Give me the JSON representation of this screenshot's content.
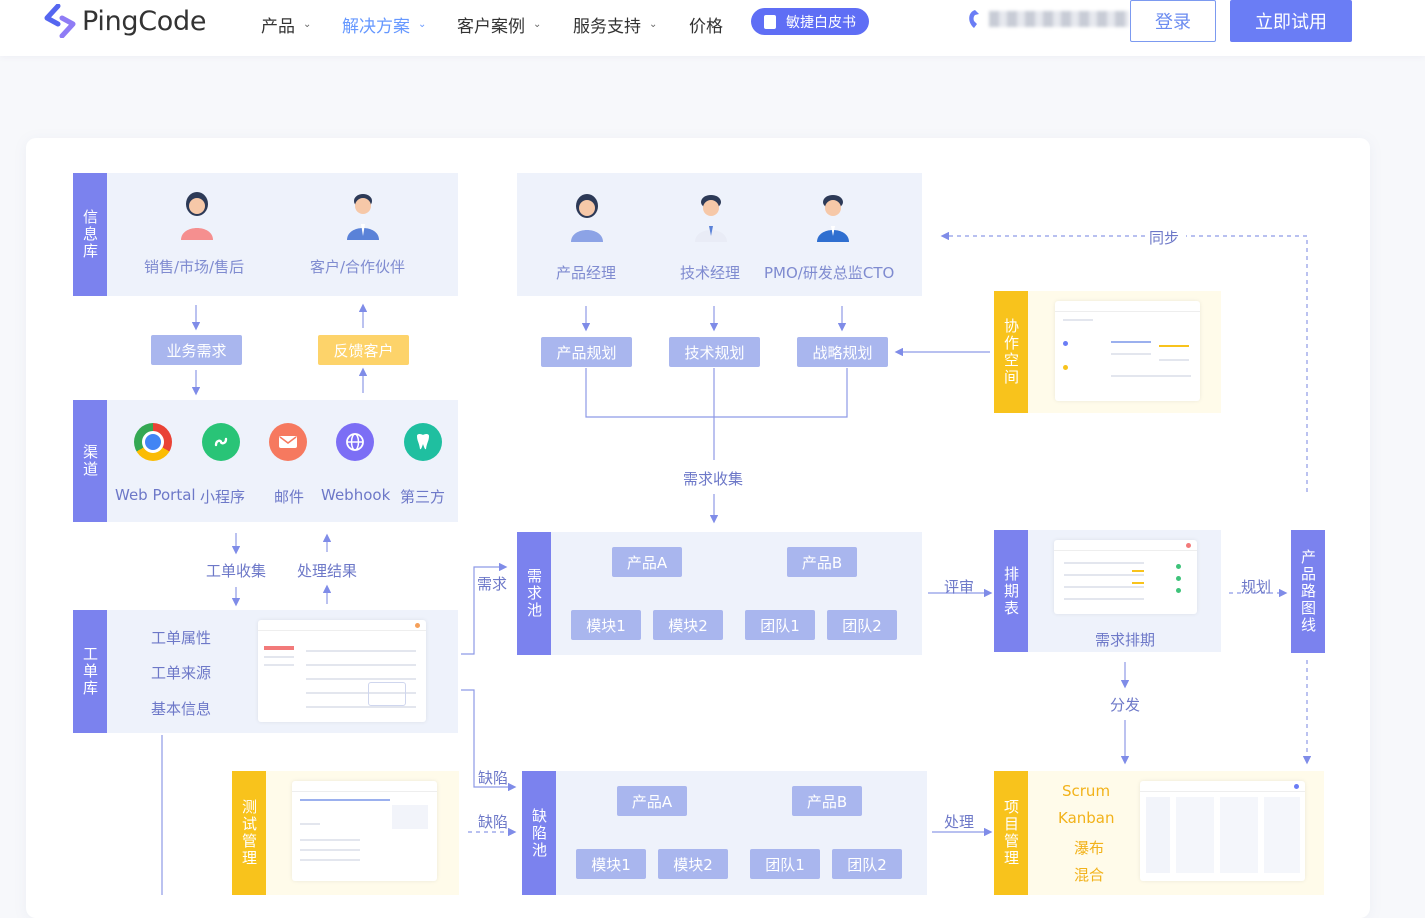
{
  "header": {
    "brand": "PingCode",
    "nav": [
      {
        "label": "产品",
        "has_dropdown": true,
        "active": false
      },
      {
        "label": "解决方案",
        "has_dropdown": true,
        "active": true
      },
      {
        "label": "客户案例",
        "has_dropdown": true,
        "active": false
      },
      {
        "label": "服务支持",
        "has_dropdown": true,
        "active": false
      },
      {
        "label": "价格",
        "has_dropdown": false,
        "active": false
      }
    ],
    "whitepaper_label": "敏捷白皮书",
    "login_label": "登录",
    "trial_label": "立即试用"
  },
  "colors": {
    "accent": "#6a7df5",
    "active_nav": "#6698ff",
    "tab_purple": "#7b82ee",
    "tab_yellow": "#f8c31c",
    "chip_blue": "#a9b6ee",
    "chip_orange": "#fdd36a",
    "panel_bg": "#eef2fb"
  },
  "diagram": {
    "info_lib": {
      "tab": "信息库",
      "roles": [
        "销售/市场/售后",
        "客户/合作伙伴"
      ]
    },
    "flows_info": {
      "business_need": "业务需求",
      "feedback": "反馈客户"
    },
    "channels": {
      "tab": "渠道",
      "items": [
        {
          "label": "Web Portal",
          "icon": "chrome-icon"
        },
        {
          "label": "小程序",
          "icon": "miniprogram-icon"
        },
        {
          "label": "邮件",
          "icon": "mail-icon"
        },
        {
          "label": "Webhook",
          "icon": "globe-icon"
        },
        {
          "label": "第三方",
          "icon": "tooth-icon"
        }
      ]
    },
    "flows_channel": {
      "collect": "工单收集",
      "result": "处理结果"
    },
    "ticket_lib": {
      "tab": "工单库",
      "items": [
        "工单属性",
        "工单来源",
        "基本信息"
      ]
    },
    "roles_top": [
      "产品经理",
      "技术经理",
      "PMO/研发总监CTO"
    ],
    "plans": [
      "产品规划",
      "技术规划",
      "战略规划"
    ],
    "collect_label": "需求收集",
    "collab": {
      "tab": "协作空间"
    },
    "sync_label": "同步",
    "req_pool": {
      "tab": "需求池",
      "products": [
        "产品A",
        "产品B"
      ],
      "subs": [
        "模块1",
        "模块2",
        "团队1",
        "团队2"
      ]
    },
    "req_label": "需求",
    "review_label": "评审",
    "schedule": {
      "tab": "排期表",
      "caption": "需求排期"
    },
    "plan_label": "规划",
    "roadmap": {
      "tab": "产品路图线"
    },
    "dispatch_label": "分发",
    "defect_labels": [
      "缺陷",
      "缺陷"
    ],
    "test_mgmt": {
      "tab": "测试管理"
    },
    "defect_pool": {
      "tab": "缺陷池",
      "products": [
        "产品A",
        "产品B"
      ],
      "subs": [
        "模块1",
        "模块2",
        "团队1",
        "团队2"
      ]
    },
    "handle_label": "处理",
    "project_mgmt": {
      "tab": "项目管理",
      "methods": [
        "Scrum",
        "Kanban",
        "瀑布",
        "混合"
      ]
    }
  }
}
